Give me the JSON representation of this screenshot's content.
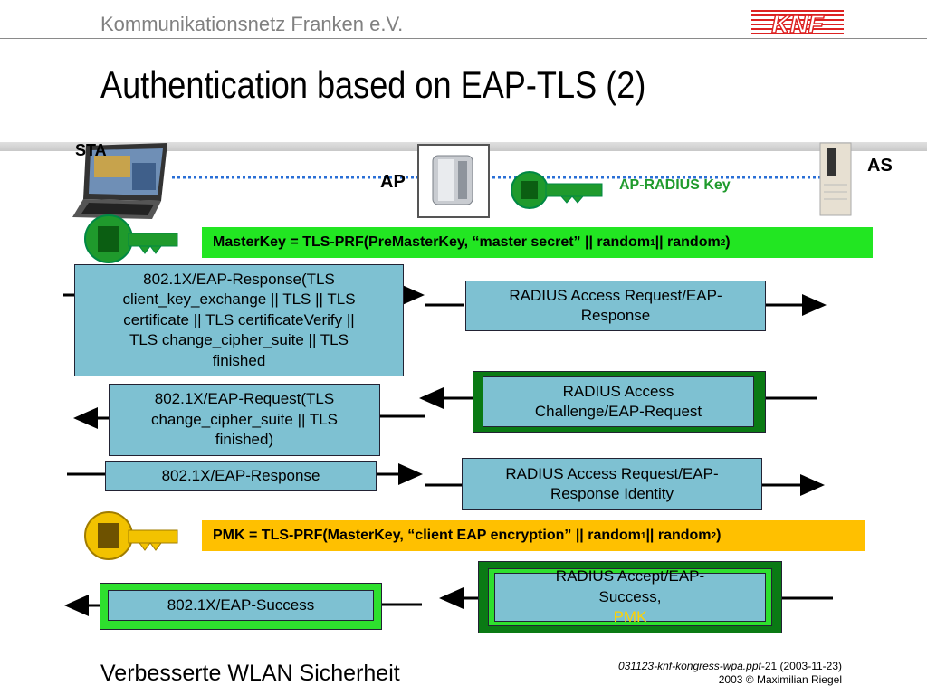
{
  "header": {
    "organization": "Kommunikationsnetz Franken e.V.",
    "logo_text": "KNF",
    "title": "Authentication based on EAP-TLS (2)"
  },
  "entities": {
    "sta": "STA",
    "ap": "AP",
    "as": "AS",
    "ap_radius_key": "AP-RADIUS Key"
  },
  "equations": {
    "masterkey": {
      "prefix": "MasterKey = TLS-PRF(PreMasterKey, “master secret” || random",
      "sub1": "1",
      "mid": " || random",
      "sub2": "2",
      "suffix": ")"
    },
    "pmk": {
      "prefix": "PMK = TLS-PRF(MasterKey, “client EAP encryption” || random",
      "sub1": "1",
      "mid": " || random",
      "sub2": "2",
      "suffix": ")"
    }
  },
  "messages": {
    "eap_response_tls": [
      "802.1X/EAP-Response(TLS",
      "client_key_exchange || TLS  || TLS",
      "certificate || TLS certificateVerify ||",
      "TLS change_cipher_suite || TLS",
      "finished"
    ],
    "radius_request_1": [
      "RADIUS Access Request/EAP-",
      "Response"
    ],
    "radius_challenge": [
      "RADIUS Access",
      "Challenge/EAP-Request"
    ],
    "eap_request_tls": [
      "802.1X/EAP-Request(TLS",
      "change_cipher_suite || TLS",
      "finished)"
    ],
    "eap_response": "802.1X/EAP-Response",
    "radius_request_identity": [
      "RADIUS Access Request/EAP-",
      "Response  Identity"
    ],
    "radius_accept": {
      "line1": "RADIUS Accept/EAP-",
      "line2": "Success, ",
      "pmk": "PMK"
    },
    "eap_success": "802.1X/EAP-Success"
  },
  "footer": {
    "title": "Verbesserte WLAN Sicherheit",
    "file": "031123-knf-kongress-wpa.ppt",
    "page_info": "-21 (2003-11-23)",
    "copyright": "2003 © Maximilian Riegel"
  },
  "colors": {
    "box_fill": "#7ec1d2",
    "green_key": "#1f9a2c",
    "yellow_key": "#f2c200",
    "masterkey_bg": "#22e622",
    "pmk_bg": "#ffc000",
    "dark_green": "#0a7a14",
    "bright_green": "#2ee02e",
    "link_blue": "#2a6fd6",
    "pmk_text": "#ffd200"
  }
}
